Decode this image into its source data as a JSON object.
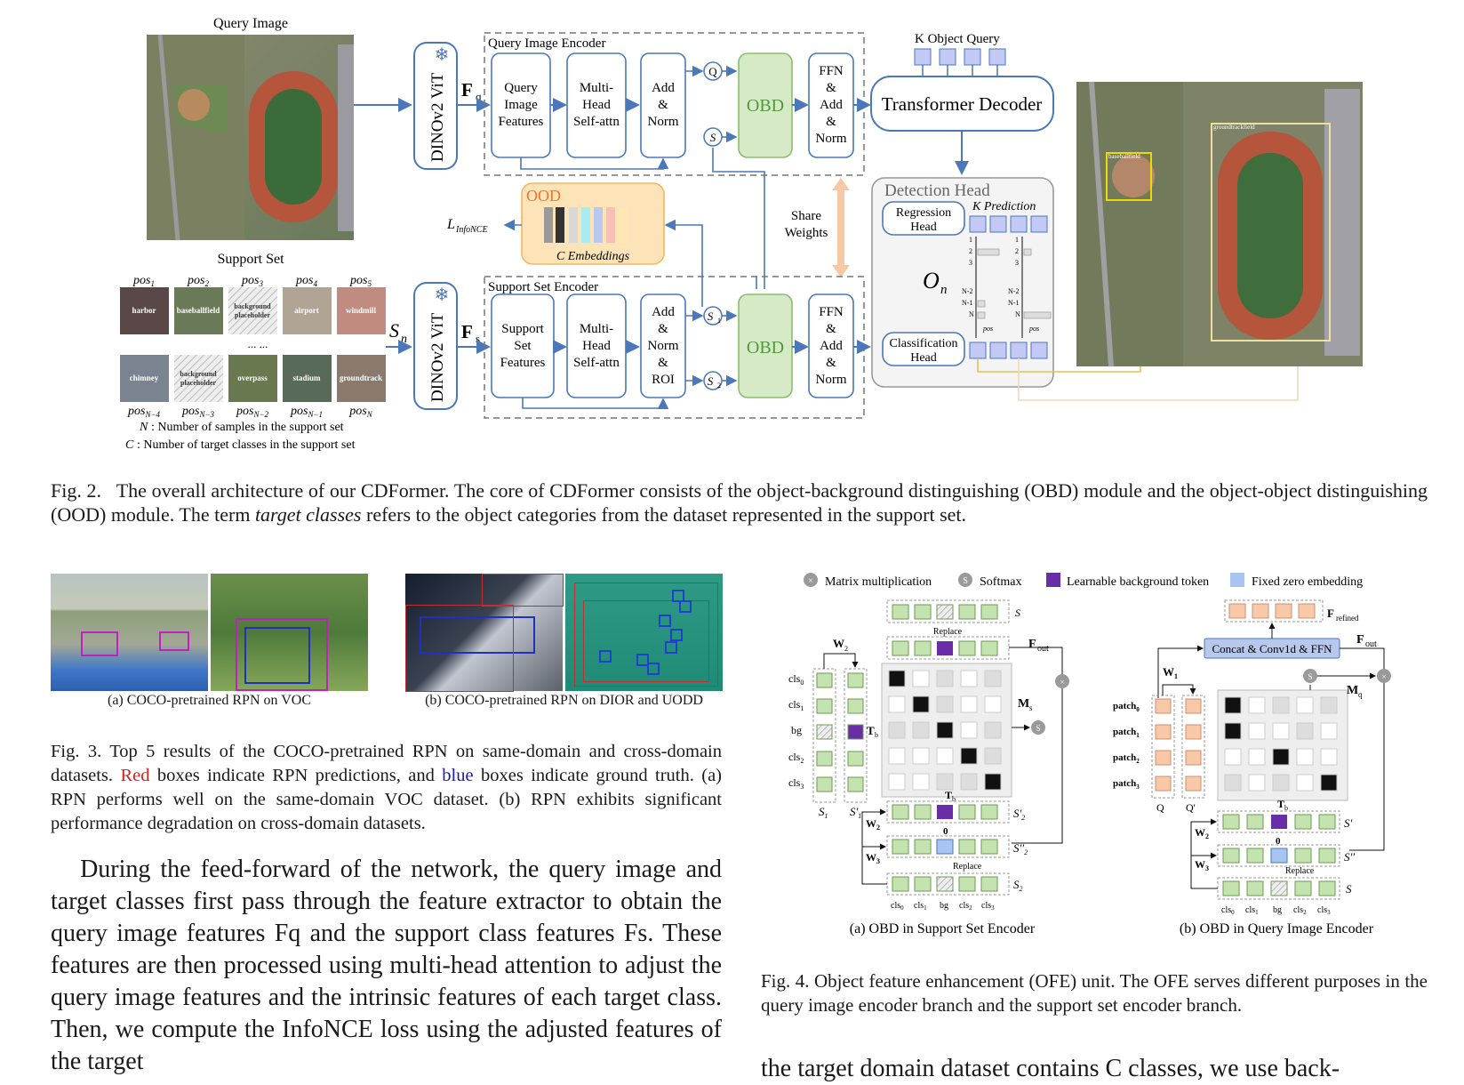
{
  "fig2": {
    "query_image_title": "Query Image",
    "support_set_title": "Support Set",
    "k_object_query": "K Object Query",
    "dinov2": "DINOv2 ViT",
    "fq": "F",
    "fq_sub": "q",
    "fs": "F",
    "fs_sub": "s",
    "sn": "S",
    "sn_sub": "n",
    "query_encoder_title": "Query Image Encoder",
    "support_encoder_title": "Support Set Encoder",
    "q_blocks": [
      "Query Image Features",
      "Multi-Head Self-attn",
      "Add & Norm"
    ],
    "s_blocks": [
      "Support Set Features",
      "Multi-Head Self-attn",
      "Add & Norm & ROI"
    ],
    "obd": "OBD",
    "ffn": "FFN & Add & Norm",
    "q_node": "Q",
    "s_node": "S",
    "s1_node": "S1",
    "s2_node": "S2",
    "transformer_decoder": "Transformer Decoder",
    "detection_head": "Detection Head",
    "regression_head": "Regression Head",
    "classification_head": "Classification Head",
    "k_prediction": "K Prediction",
    "on_label": "O",
    "on_sub": "n",
    "ood": "OOD",
    "c_embeddings": "C Embeddings",
    "loss": "L",
    "loss_sub": "InfoNCE",
    "share_weights": "Share Weights",
    "support_labels_row1": [
      "harbor",
      "baseballfield",
      "background placeholder",
      "airport",
      "windmill"
    ],
    "support_labels_row2": [
      "chimney",
      "background placeholder",
      "overpass",
      "stadium",
      "groundtrack"
    ],
    "pos_row1": [
      "pos1",
      "pos2",
      "pos3",
      "pos4",
      "pos5"
    ],
    "pos_row2": [
      "posN-4",
      "posN-3",
      "posN-2",
      "posN-1",
      "posN"
    ],
    "dots": "... ...",
    "legend_n": "N:  Number of samples in the support set",
    "legend_c": "C:  Number of target classes in the support set",
    "pred_labels": [
      "baseballfield",
      "groundtrackfield"
    ],
    "pred_idx": [
      "1",
      "2",
      "3",
      "N-2",
      "N-1",
      "N"
    ],
    "pos": "pos",
    "caption_prefix": "Fig. 2.",
    "caption_a": "The overall architecture of our CDFormer. The core of CDFormer consists of the object-background distinguishing (OBD) module and the object-object distinguishing (OOD) module. The term ",
    "caption_em": "target classes",
    "caption_b": " refers to the object categories from the dataset represented in the support set."
  },
  "fig3": {
    "sub_a": "(a)  COCO-pretrained RPN on VOC",
    "sub_b": "(b)  COCO-pretrained RPN on DIOR and UODD",
    "cap_1": "Fig. 3.  Top 5 results of the COCO-pretrained RPN on same-domain and cross-domain datasets. ",
    "cap_red": "Red",
    "cap_2": " boxes indicate RPN predictions, and ",
    "cap_blue": "blue",
    "cap_3": " boxes indicate ground truth. (a) RPN performs well on the same-domain VOC dataset. (b) RPN exhibits significant performance degradation on cross-domain datasets."
  },
  "fig4": {
    "legend": [
      "Matrix multiplication",
      "Softmax",
      "Learnable background token",
      "Fixed zero embedding"
    ],
    "sub_a": "(a) OBD in Support Set Encoder",
    "sub_b": "(b) OBD in Query Image Encoder",
    "caption": "Fig. 4.  Object feature enhancement (OFE) unit. The OFE serves different purposes in the query image encoder branch and the support set encoder branch.",
    "replace": "Replace",
    "w1": "W1",
    "w2": "W2",
    "w3": "W3",
    "fout": "Fout",
    "frefined": "Frefined",
    "ms": "Ms",
    "mq": "Mq",
    "tb": "Tb",
    "zero": "0",
    "concat": "Concat & Conv1d & FFN",
    "a_rows": [
      "cls0",
      "cls1",
      "bg",
      "cls2",
      "cls3"
    ],
    "b_rows": [
      "patch0",
      "patch1",
      "patch2",
      "patch3"
    ],
    "bottom_labels": [
      "cls0",
      "cls1",
      "bg",
      "cls2",
      "cls3"
    ],
    "s_label": "S",
    "s1": "S1",
    "s1p": "S'1",
    "s2p": "S'2",
    "s2pp": "S''2",
    "s2": "S2",
    "q": "Q",
    "qp": "Q'",
    "sp": "S'",
    "spp": "S''"
  },
  "body_text": "During the feed-forward of the network, the query image and target classes first pass through the feature extractor to obtain the query image features Fq and the support class features Fs. These features are then processed using multi-head attention to adjust the query image features and the intrinsic features of each target class. Then, we compute the InfoNCE loss using the adjusted features of the target",
  "right_bottom_text": "the target domain dataset contains C classes, we use back-"
}
